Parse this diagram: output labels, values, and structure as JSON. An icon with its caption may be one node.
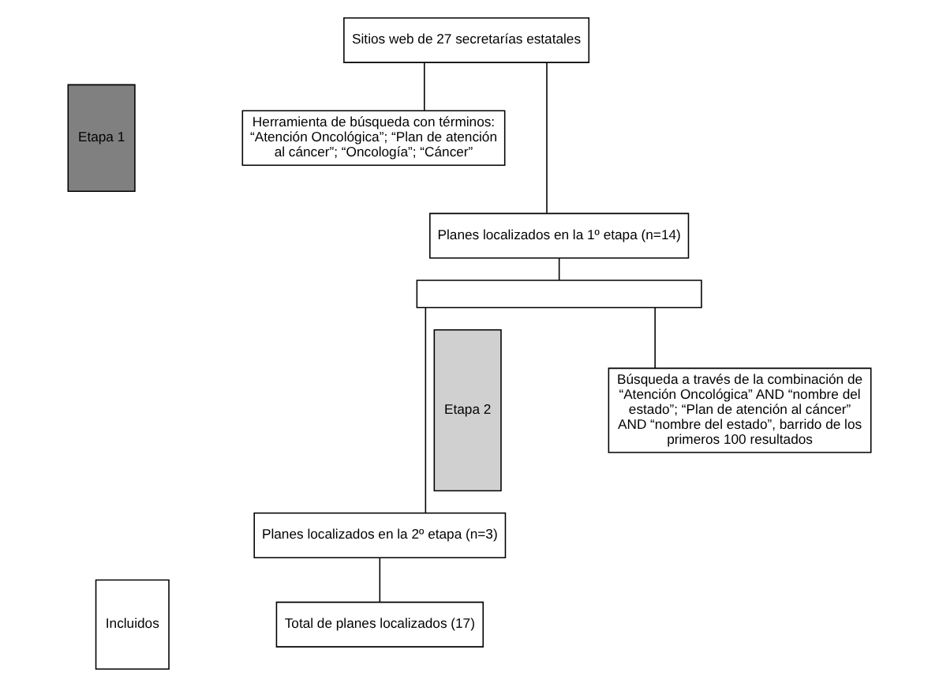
{
  "diagram": {
    "nodes": [
      {
        "text": [
          "Etapa 1"
        ]
      },
      {
        "text": [
          "Sitios web de 27 secretarías estatales"
        ]
      },
      {
        "text": [
          "Herramienta de búsqueda con términos: “Atención Oncológica”; “Plan de atención al cáncer”; “Oncología”; “Cáncer”"
        ]
      },
      {
        "text": [
          "Planes localizados en la 1º etapa (n=14)"
        ]
      },
      {
        "text": [
          "Etapa 2"
        ]
      },
      {
        "text": [],
        "shape": "box"
      },
      {
        "text": [
          "Búsqueda a través de la combinación de “Atención Oncológica” AND “nombre del estado”; “Plan de atención al cáncer” AND “nombre del estado”, barrido de los primeros 100 resultados"
        ]
      },
      {
        "text": [
          "Planes localizados en la 2º etapa (n=3)"
        ]
      },
      {
        "text": [
          "Incluidos"
        ]
      },
      {
        "text": [
          "Total de planes localizados (17)"
        ]
      }
    ],
    "edges": [
      {
        "from": 1,
        "to": 3,
        "arrow": "none"
      },
      {
        "from": 1,
        "to": 2,
        "arrow": "none"
      },
      {
        "from": 3,
        "to": 5,
        "arrow": "none"
      },
      {
        "from": 5,
        "to": 7,
        "arrow": "none"
      },
      {
        "from": 5,
        "to": 6,
        "arrow": "none"
      },
      {
        "from": 7,
        "to": 9,
        "arrow": "none"
      }
    ]
  }
}
